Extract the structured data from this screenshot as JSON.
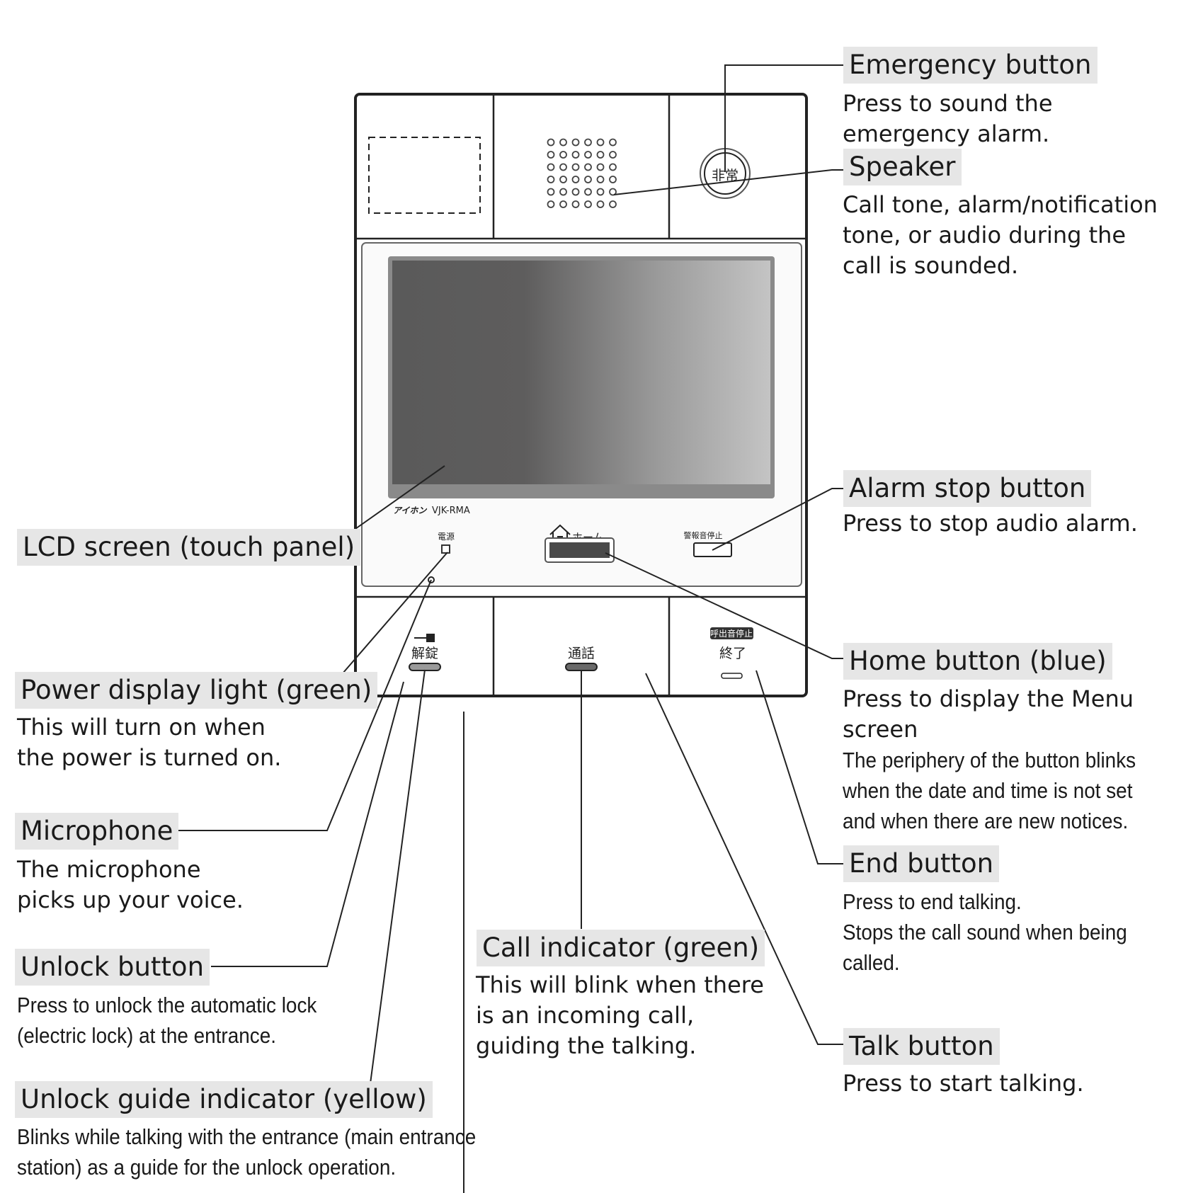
{
  "device": {
    "brand": "アイホン",
    "model": "VJK-RMA",
    "emergency_glyph": "非常",
    "power_glyph": "電源",
    "home_glyph": "ホーム",
    "alarm_stop_glyph": "警報音停止",
    "unlock_glyph": "解錠",
    "talk_glyph": "通話",
    "call_stop_glyph": "呼出音停止",
    "end_glyph": "終了"
  },
  "callouts": {
    "emergency": {
      "title": "Emergency button",
      "lines": [
        "Press to sound the",
        "emergency alarm."
      ]
    },
    "speaker": {
      "title": "Speaker",
      "lines": [
        "Call tone, alarm/notification",
        "tone, or audio during the",
        "call is sounded."
      ]
    },
    "alarm_stop": {
      "title": "Alarm stop button",
      "lines": [
        "Press to stop audio alarm."
      ]
    },
    "home": {
      "title": "Home button (blue)",
      "lines": [
        "Press to display the Menu",
        "screen"
      ],
      "extra": [
        "The periphery of the button blinks",
        "when the date and time is not set",
        "and when there are new notices."
      ]
    },
    "end": {
      "title": "End button",
      "lines": [
        "Press to end talking.",
        "Stops the call sound when being",
        "called."
      ]
    },
    "talk": {
      "title": "Talk button",
      "lines": [
        "Press to start talking."
      ]
    },
    "call_indicator": {
      "title": "Call indicator (green)",
      "lines": [
        "This will blink when there",
        "is an incoming call,",
        "guiding the talking."
      ]
    },
    "lcd": {
      "title": "LCD screen (touch panel)"
    },
    "power": {
      "title": "Power display light (green)",
      "lines": [
        "This will turn on when",
        "the power is turned on."
      ]
    },
    "microphone": {
      "title": "Microphone",
      "lines": [
        "The microphone",
        "picks up your voice."
      ]
    },
    "unlock": {
      "title": "Unlock button",
      "lines": [
        "Press to unlock the automatic lock",
        "(electric lock) at the entrance."
      ]
    },
    "unlock_guide": {
      "title": "Unlock guide indicator (yellow)",
      "lines": [
        "Blinks while talking with the entrance (main entrance",
        "station) as a guide for the unlock operation."
      ]
    }
  }
}
